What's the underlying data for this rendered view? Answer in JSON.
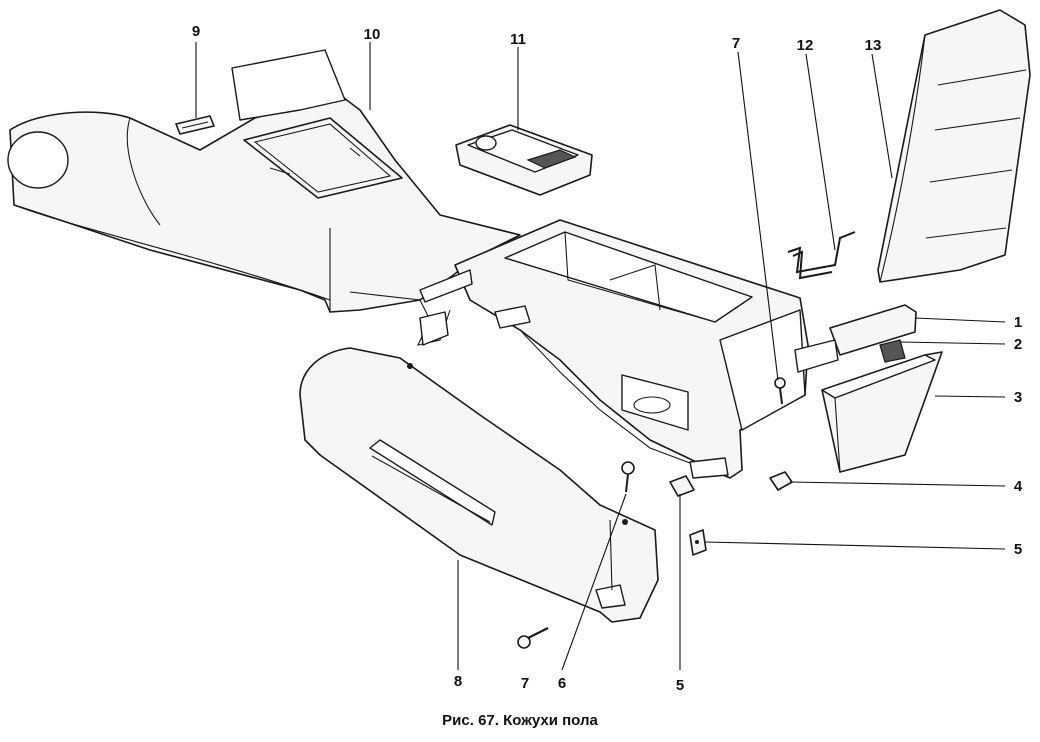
{
  "figure": {
    "caption": "Рис. 67. Кожухи пола"
  },
  "callouts": [
    {
      "id": "c9",
      "label": "9"
    },
    {
      "id": "c10",
      "label": "10"
    },
    {
      "id": "c11",
      "label": "11"
    },
    {
      "id": "c7-top",
      "label": "7"
    },
    {
      "id": "c12",
      "label": "12"
    },
    {
      "id": "c13",
      "label": "13"
    },
    {
      "id": "c1",
      "label": "1"
    },
    {
      "id": "c2",
      "label": "2"
    },
    {
      "id": "c3",
      "label": "3"
    },
    {
      "id": "c4",
      "label": "4"
    },
    {
      "id": "c5-right",
      "label": "5"
    },
    {
      "id": "c8",
      "label": "8"
    },
    {
      "id": "c7-bottom",
      "label": "7"
    },
    {
      "id": "c6",
      "label": "6"
    },
    {
      "id": "c5-bottom",
      "label": "5"
    }
  ]
}
